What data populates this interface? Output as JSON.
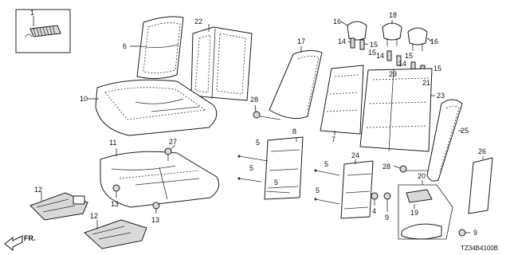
{
  "diagram": {
    "code": "TZ34B4100B",
    "direction_label": "FR.",
    "callouts": {
      "c1": "1",
      "c4": "4",
      "c5a": "5",
      "c5b": "5",
      "c5c": "5",
      "c5d": "5",
      "c5e": "5",
      "c6": "6",
      "c7": "7",
      "c8": "8",
      "c9a": "9",
      "c9b": "9",
      "c10": "10",
      "c11": "11",
      "c12a": "12",
      "c12b": "12",
      "c13a": "13",
      "c13b": "13",
      "c14a": "14",
      "c14b": "14",
      "c14c": "14",
      "c15a": "15",
      "c15b": "15",
      "c15c": "15",
      "c15d": "15",
      "c16a": "16",
      "c16b": "16",
      "c17": "17",
      "c18": "18",
      "c19": "19",
      "c20": "20",
      "c21": "21",
      "c22": "22",
      "c23": "23",
      "c24": "24",
      "c25": "25",
      "c26": "26",
      "c27": "27",
      "c28a": "28",
      "c28b": "28",
      "c29": "29"
    }
  }
}
